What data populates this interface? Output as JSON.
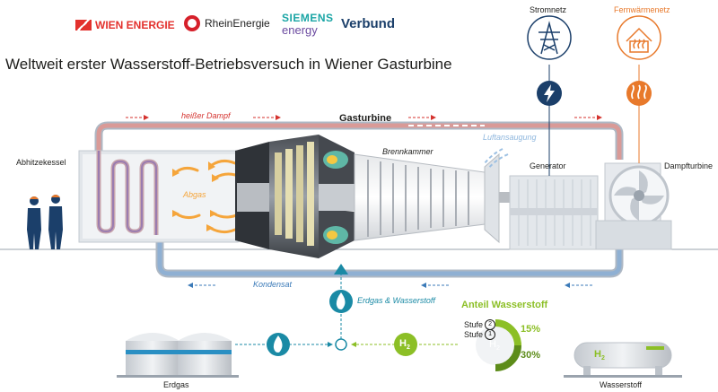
{
  "title": "Weltweit erster Wasserstoff-Betriebsversuch in Wiener Gasturbine",
  "logos": {
    "wien_energie": "WIEN ENERGIE",
    "rhein_energie": "RheinEnergie",
    "siemens": "SIEMENS",
    "energy": "energy",
    "verbund": "Verbund"
  },
  "labels": {
    "stromnetz": "Stromnetz",
    "fernwaermenetz": "Fernwärmenetz",
    "heisser_dampf": "heißer Dampf",
    "gasturbine": "Gasturbine",
    "brennkammer": "Brennkammer",
    "luftansaugung": "Luftansaugung",
    "abhitzekessel": "Abhitzekessel",
    "abgas": "Abgas",
    "generator": "Generator",
    "dampfturbine": "Dampfturbine",
    "kondensat": "Kondensat",
    "erdgas_wasserstoff": "Erdgas & Wasserstoff",
    "anteil_wasserstoff": "Anteil Wasserstoff",
    "stufe": "Stufe",
    "stufe_2": "2",
    "stufe_1": "1",
    "pct_15": "15%",
    "pct_30": "30%",
    "h2": "H",
    "h2_sub": "2",
    "erdgas": "Erdgas",
    "wasserstoff": "Wasserstoff"
  },
  "colors": {
    "pipe": "#7f9fc0",
    "pipe_hot": "#c9817f",
    "dark_blue": "#1b3f6a",
    "teal": "#1a8aa5",
    "green": "#8cbf26",
    "orange": "#e8792b",
    "red_arrow": "#d4322e",
    "flame": "#f5a53b"
  }
}
